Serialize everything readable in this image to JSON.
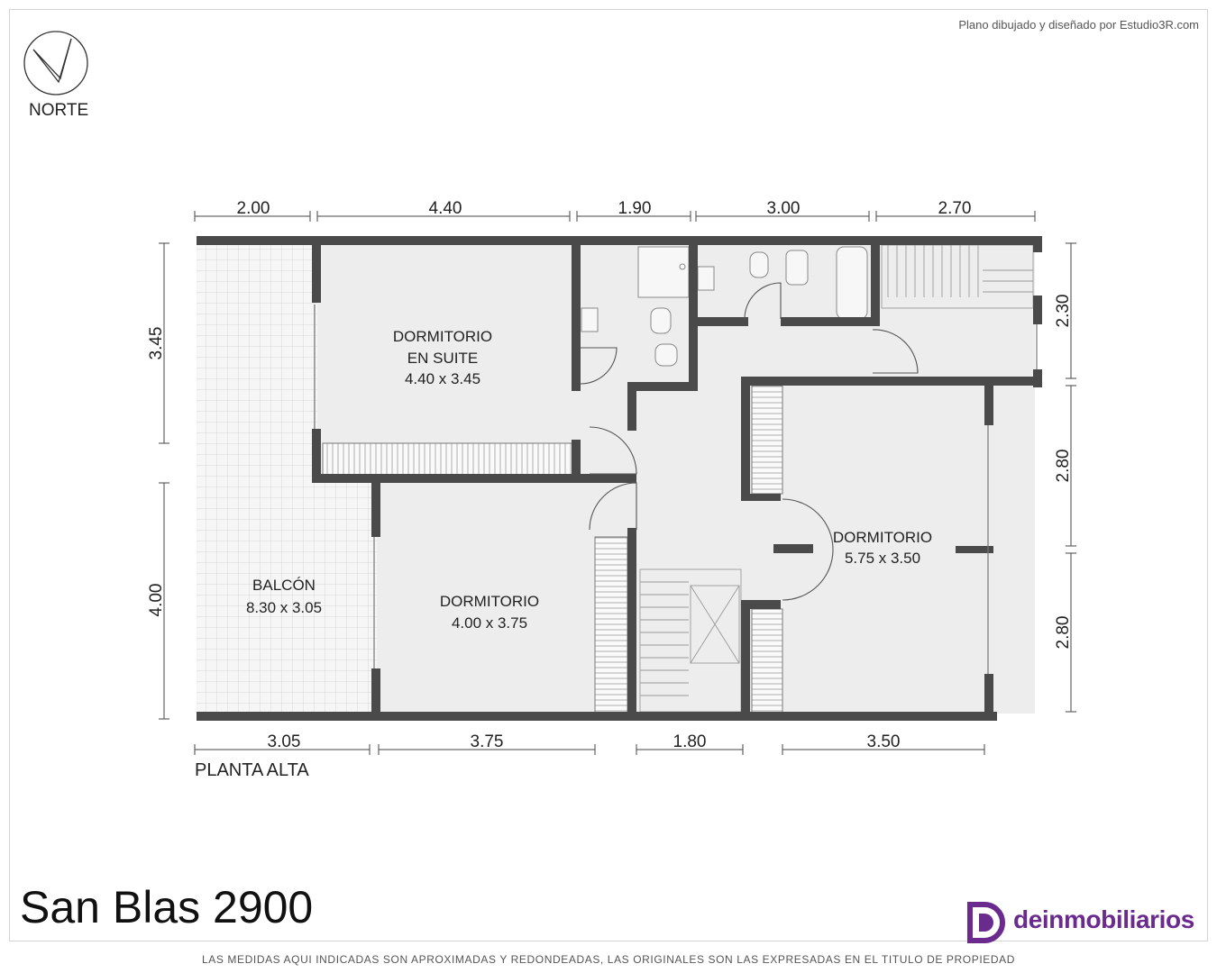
{
  "credit": "Plano dibujado y diseñado por Estudio3R.com",
  "north_label": "NORTE",
  "plan_title": "PLANTA ALTA",
  "address": "San Blas 2900",
  "brand": "deinmobiliarios",
  "disclaimer": "LAS MEDIDAS AQUI INDICADAS SON APROXIMADAS Y REDONDEADAS, LAS ORIGINALES SON LAS EXPRESADAS EN EL TITULO DE PROPIEDAD",
  "colors": {
    "wall": "#4a4a4a",
    "floor": "#ededed",
    "brand": "#6a2a8e"
  },
  "rooms": {
    "suite_name_1": "DORMITORIO",
    "suite_name_2": "EN SUITE",
    "suite_size": "4.40 x 3.45",
    "dorm2_name": "DORMITORIO",
    "dorm2_size": "4.00 x 3.75",
    "dorm3_name": "DORMITORIO",
    "dorm3_size": "5.75 x 3.50",
    "balcony_name": "BALCÓN",
    "balcony_size": "8.30 x 3.05"
  },
  "dims": {
    "top": [
      "2.00",
      "4.40",
      "1.90",
      "3.00",
      "2.70"
    ],
    "bottom": [
      "3.05",
      "3.75",
      "1.80",
      "3.50"
    ],
    "left": [
      "3.45",
      "4.00"
    ],
    "right": [
      "2.30",
      "2.80",
      "2.80"
    ]
  }
}
